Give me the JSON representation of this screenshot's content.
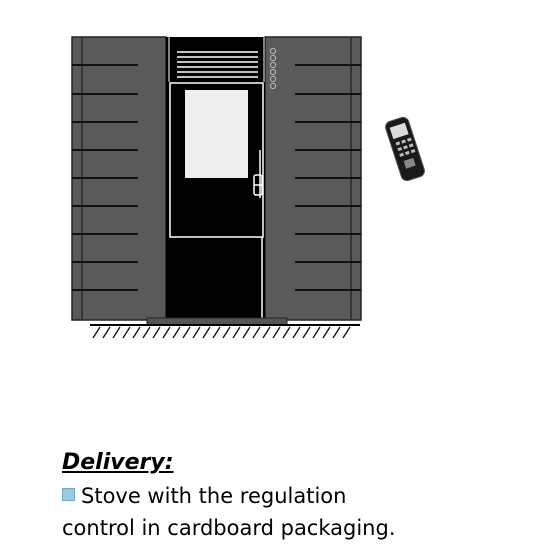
{
  "delivery": {
    "heading": "Delivery:",
    "line1": "Stove with the regulation",
    "line2": "control in cardboard packaging."
  },
  "colors": {
    "side_panel": "#5a5a5a",
    "center_body": "#000000",
    "glass": "#eeeeee",
    "bullet": "#9ccbe0"
  },
  "icons": [
    "stove-illustration",
    "remote-control-icon",
    "floor-hatching"
  ]
}
